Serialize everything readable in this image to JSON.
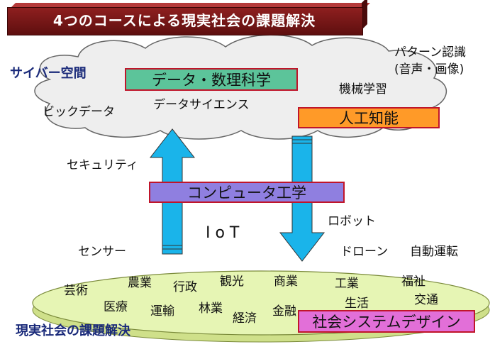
{
  "title": "4つのコースによる現実社会の課題解決",
  "cyber_space": {
    "label": "サイバー空間",
    "terms": {
      "pattern_recognition_line1": "パターン認識",
      "pattern_recognition_line2": "(音声・画像)",
      "machine_learning": "機械学習",
      "big_data": "ビックデータ",
      "data_science": "データサイエンス"
    }
  },
  "courses": {
    "data_math": "データ・数理科学",
    "ai": "人工知能",
    "computer_eng": "コンピュータ工学",
    "social_design": "社会システムデザイン"
  },
  "middle_terms": {
    "security": "セキュリティ",
    "iot": "I o T",
    "robot": "ロボット",
    "sensor": "センサー",
    "drone": "ドローン",
    "autonomous": "自動運転"
  },
  "real_society": {
    "label": "現実社会の課題解決",
    "fields": [
      "芸術",
      "農業",
      "行政",
      "観光",
      "商業",
      "工業",
      "福祉",
      "医療",
      "運輸",
      "林業",
      "経済",
      "金融",
      "生活",
      "交通"
    ]
  },
  "colors": {
    "title_bg": "#7a1515",
    "cloud_fill": "#eeeeee",
    "ellipse_fill": "#e6f5b4",
    "arrow_fill": "#1ab4ea",
    "data_math_box": "#5cc49a",
    "ai_box": "#ff9a28",
    "computer_box": "#8f7fe0",
    "social_box": "#e26fd8",
    "box_border": "#c0152a",
    "section_label": "#1a2a7a"
  }
}
